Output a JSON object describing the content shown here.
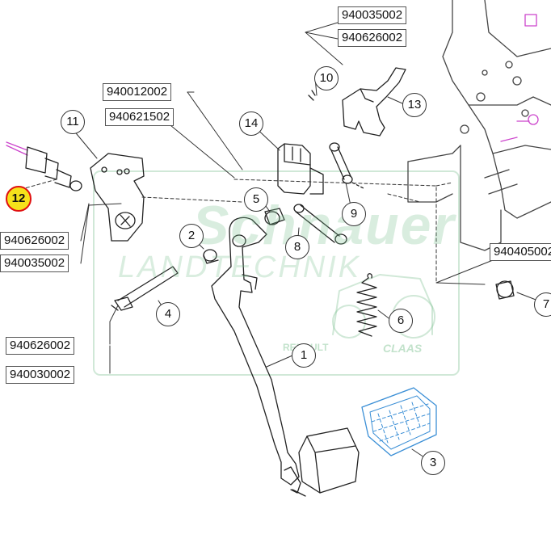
{
  "refs": {
    "r940035002_top": "940035002",
    "r940626002_top": "940626002",
    "r940012002": "940012002",
    "r940621502": "940621502",
    "r940626002_left": "940626002",
    "r940035002_left": "940035002",
    "r940405": "940405002",
    "r940626002_bottom": "940626002",
    "r940030002": "940030002"
  },
  "callouts": {
    "c1": "1",
    "c2": "2",
    "c3": "3",
    "c4": "4",
    "c5": "5",
    "c6": "6",
    "c7": "7",
    "c8": "8",
    "c9": "9",
    "c10": "10",
    "c11": "11",
    "c12": "12",
    "c13": "13",
    "c14": "14"
  },
  "watermark": {
    "brand": "Schnauer",
    "sub": "LANDTECHNIK",
    "renault": "RENAULT",
    "claas": "CLAAS"
  },
  "highlight": {
    "callout_fill": "#f5e21b",
    "callout_ring": "#e01010",
    "part_color": "#cc44cc"
  }
}
